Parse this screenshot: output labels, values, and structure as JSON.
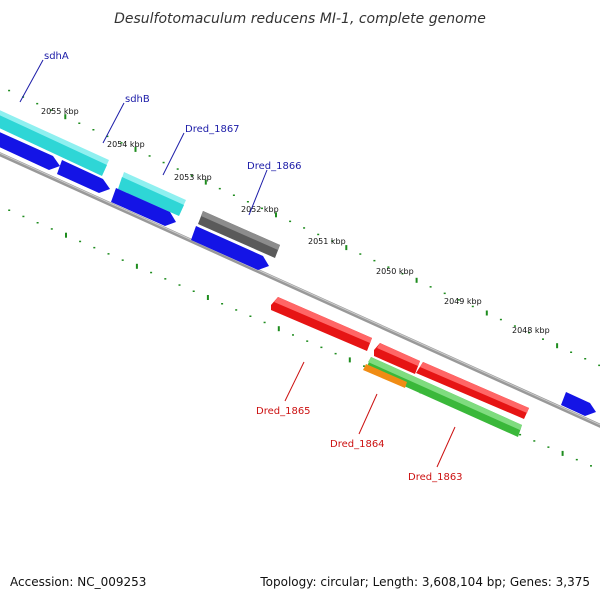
{
  "title": "Desulfotomaculum reducens MI-1, complete genome",
  "footer": {
    "accession": "Accession: NC_009253",
    "summary": "Topology: circular; Length: 3,608,104 bp; Genes: 3,375"
  },
  "colors": {
    "backbone": "#8a8a8a",
    "tick": "#1e8c1e",
    "label_forward": "#1c1ca8",
    "label_reverse": "#cc1111",
    "cyan": "#33e0e0",
    "blue": "#1414e6",
    "gray": "#5a5a5a",
    "red": "#e61414",
    "green": "#3ab83a",
    "orange": "#f08c14"
  },
  "tick_labels": [
    "2055 kbp",
    "2054 kbp",
    "2053 kbp",
    "2052 kbp",
    "2051 kbp",
    "2050 kbp",
    "2049 kbp",
    "2048 kbp"
  ],
  "genes": [
    {
      "name": "sdhA",
      "strand": "forward",
      "color": "cyan"
    },
    {
      "name": "sdhB",
      "strand": "forward",
      "color": "cyan"
    },
    {
      "name": "Dred_1867",
      "strand": "forward",
      "color": "cyan"
    },
    {
      "name": "Dred_1866",
      "strand": "forward",
      "color": "gray"
    },
    {
      "name": "Dred_1865",
      "strand": "reverse",
      "color": "red"
    },
    {
      "name": "Dred_1864",
      "strand": "reverse",
      "color": "orange"
    },
    {
      "name": "Dred_1863",
      "strand": "reverse",
      "color": "green"
    }
  ]
}
